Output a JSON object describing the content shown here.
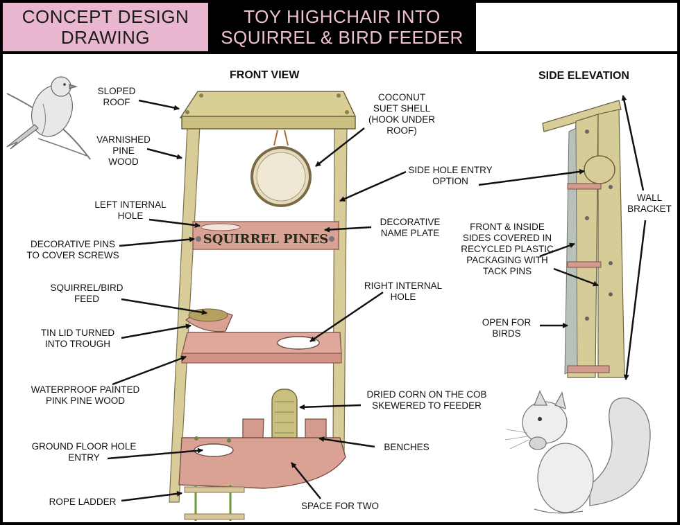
{
  "header": {
    "left_title": "CONCEPT DESIGN\nDRAWING",
    "center_title": "TOY HIGHCHAIR INTO\nSQUIRREL & BIRD FEEDER"
  },
  "views": {
    "front": "FRONT VIEW",
    "side": "SIDE ELEVATION"
  },
  "name_plate_text": "SQUIRREL PINES",
  "labels": {
    "sloped_roof": "SLOPED\nROOF",
    "varnished_pine": "VARNISHED\nPINE\nWOOD",
    "coconut": "COCONUT\nSUET SHELL\n(HOOK UNDER\nROOF)",
    "side_hole": "SIDE HOLE ENTRY\nOPTION",
    "left_internal": "LEFT INTERNAL\nHOLE",
    "name_plate": "DECORATIVE\nNAME PLATE",
    "pins": "DECORATIVE PINS\nTO COVER SCREWS",
    "feed": "SQUIRREL/BIRD\nFEED",
    "right_internal": "RIGHT INTERNAL\nHOLE",
    "tin_lid": "TIN LID TURNED\nINTO TROUGH",
    "waterproof": "WATERPROOF PAINTED\nPINK PINE WOOD",
    "corn": "DRIED CORN ON THE COB\nSKEWERED TO FEEDER",
    "ground_hole": "GROUND FLOOR HOLE\nENTRY",
    "benches": "BENCHES",
    "rope": "ROPE LADDER",
    "space": "SPACE FOR TWO",
    "wall_bracket": "WALL\nBRACKET",
    "front_sides": "FRONT & INSIDE\nSIDES COVERED IN\nRECYCLED PLASTIC\nPACKAGING WITH\nTACK PINS",
    "open_birds": "OPEN FOR\nBIRDS"
  },
  "colors": {
    "header_pink": "#e9b7cf",
    "header_text_pink": "#eec0d4",
    "wood": "#d8c990",
    "pink_wood": "#d49a90",
    "ink": "#111111"
  }
}
